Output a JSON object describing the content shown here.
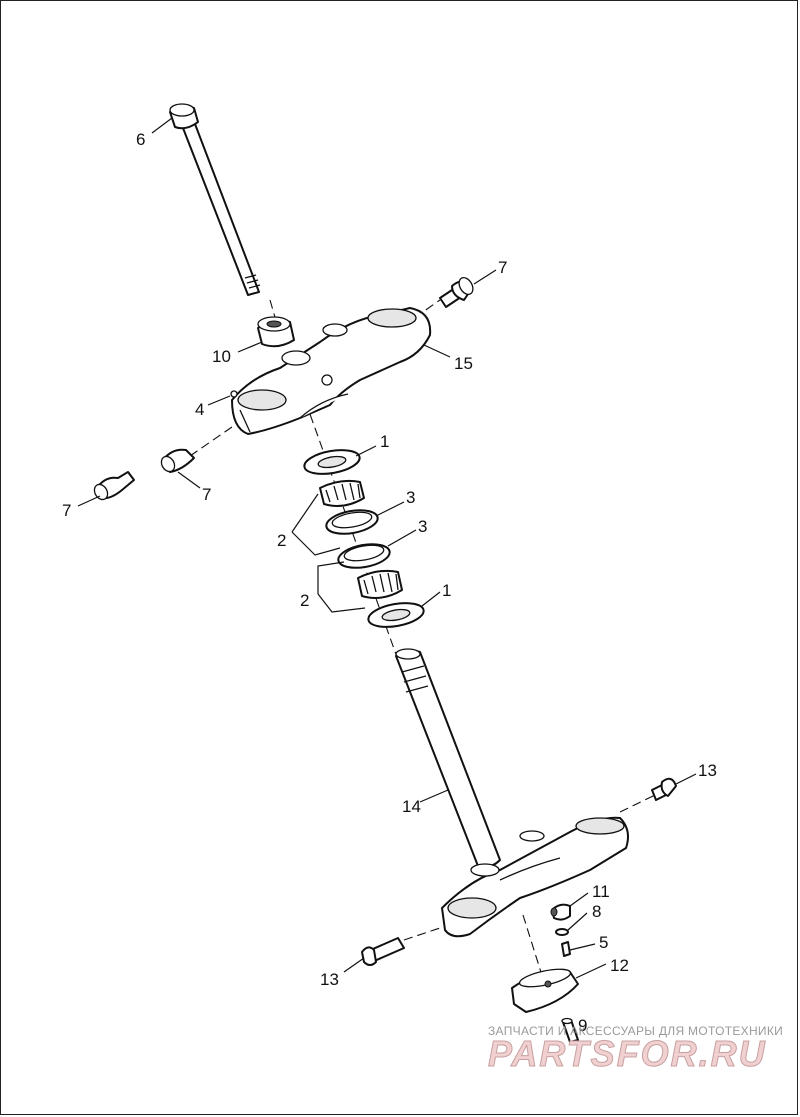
{
  "callouts": [
    {
      "id": "c6",
      "label": "6"
    },
    {
      "id": "c7a",
      "label": "7"
    },
    {
      "id": "c10",
      "label": "10"
    },
    {
      "id": "c15",
      "label": "15"
    },
    {
      "id": "c4",
      "label": "4"
    },
    {
      "id": "c7b",
      "label": "7"
    },
    {
      "id": "c7c",
      "label": "7"
    },
    {
      "id": "c1a",
      "label": "1"
    },
    {
      "id": "c3a",
      "label": "3"
    },
    {
      "id": "c2a",
      "label": "2"
    },
    {
      "id": "c3b",
      "label": "3"
    },
    {
      "id": "c2b",
      "label": "2"
    },
    {
      "id": "c1b",
      "label": "1"
    },
    {
      "id": "c14",
      "label": "14"
    },
    {
      "id": "c13a",
      "label": "13"
    },
    {
      "id": "c11",
      "label": "11"
    },
    {
      "id": "c8",
      "label": "8"
    },
    {
      "id": "c5",
      "label": "5"
    },
    {
      "id": "c12",
      "label": "12"
    },
    {
      "id": "c13b",
      "label": "13"
    },
    {
      "id": "c9",
      "label": "9"
    }
  ],
  "watermark": {
    "tagline": "ЗАПЧАСТИ И АКСЕССУАРЫ ДЛЯ МОТОТЕХНИКИ",
    "brand": "PARTSFOR.RU"
  }
}
